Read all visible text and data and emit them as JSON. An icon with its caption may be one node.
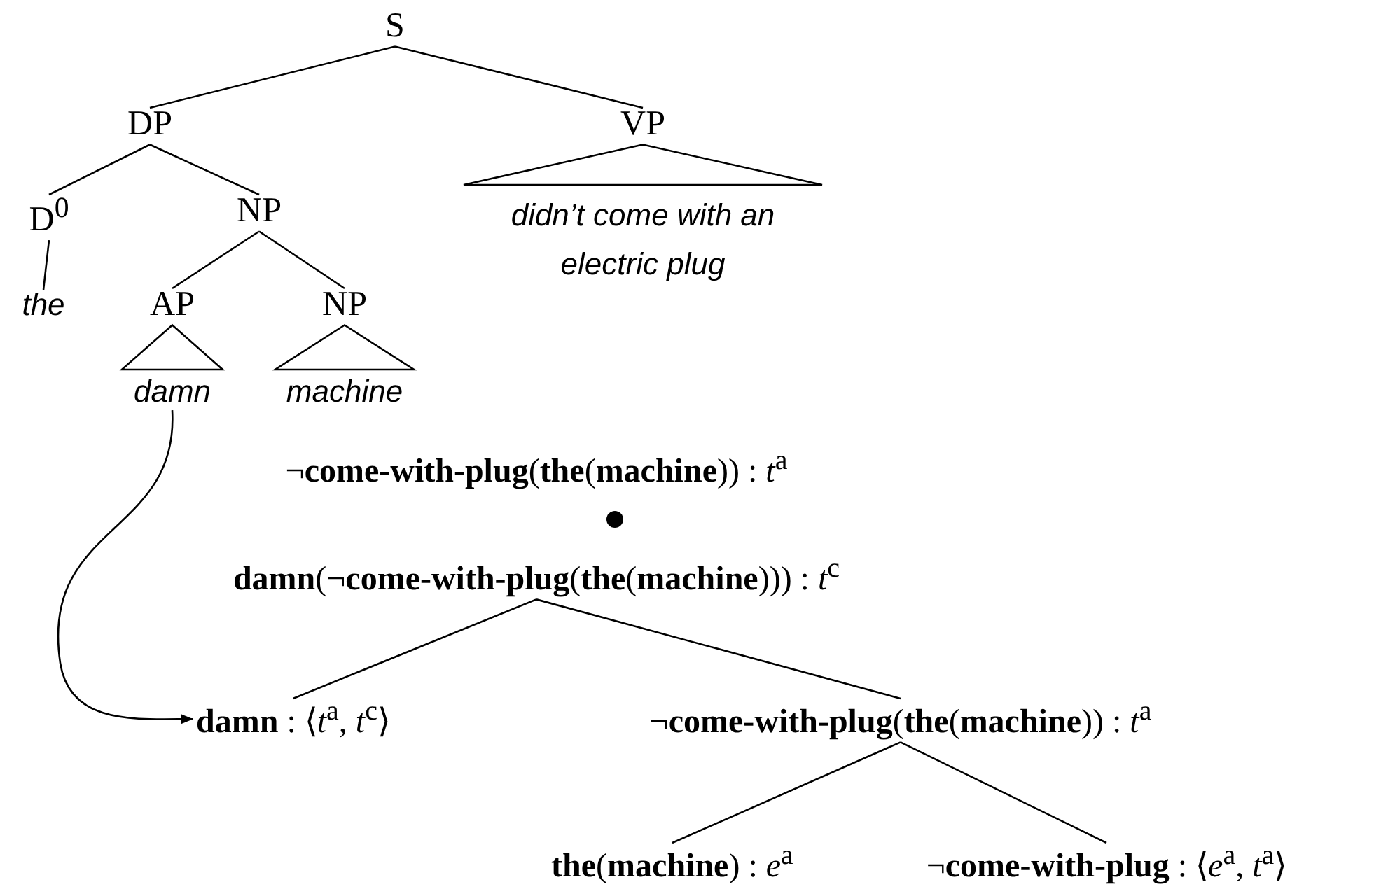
{
  "diagram": {
    "nodes": [
      {
        "text": [
          "S"
        ]
      },
      {
        "text": [
          "DP"
        ]
      },
      {
        "text": [
          "VP"
        ]
      },
      {
        "text": [
          "D$^{0}$"
        ]
      },
      {
        "text": [
          "NP"
        ]
      },
      {
        "text": [
          "the"
        ]
      },
      {
        "text": [
          "AP"
        ]
      },
      {
        "text": [
          "NP"
        ]
      },
      {
        "text": [
          "damn"
        ]
      },
      {
        "text": [
          "machine"
        ]
      },
      {
        "text": [
          "didn’t come with an electric plug"
        ]
      },
      {
        "text": [
          "¬**come-with-plug**(**the**(**machine**)) : *t*$^{a}$"
        ]
      },
      {
        "text": [
          "**damn**(¬**come-with-plug**(**the**(**machine**))) : *t*$^{c}$"
        ]
      },
      {
        "text": [
          "**damn** : ⟨*t*$^{a}$, *t*$^{c}$⟩"
        ]
      },
      {
        "text": [
          "¬**come-with-plug**(**the**(**machine**)) : *t*$^{a}$"
        ]
      },
      {
        "text": [
          "**the**(**machine**) : *e*$^{a}$"
        ]
      },
      {
        "text": [
          "¬**come-with-plug** : ⟨*e*$^{a}$, *t*$^{a}$⟩"
        ]
      }
    ],
    "edges": [
      {
        "from": 0,
        "to": 1,
        "arrow": "none"
      },
      {
        "from": 0,
        "to": 2,
        "arrow": "none"
      },
      {
        "from": 1,
        "to": 3,
        "arrow": "none"
      },
      {
        "from": 1,
        "to": 4,
        "arrow": "none"
      },
      {
        "from": 2,
        "to": 10,
        "arrow": "none"
      },
      {
        "from": 3,
        "to": 5,
        "arrow": "none"
      },
      {
        "from": 4,
        "to": 6,
        "arrow": "none"
      },
      {
        "from": 4,
        "to": 7,
        "arrow": "none"
      },
      {
        "from": 6,
        "to": 8,
        "arrow": "none"
      },
      {
        "from": 7,
        "to": 9,
        "arrow": "none"
      },
      {
        "from": 8,
        "to": 13,
        "arrow": "to"
      },
      {
        "from": 12,
        "to": 13,
        "arrow": "none"
      },
      {
        "from": 12,
        "to": 14,
        "arrow": "none"
      },
      {
        "from": 14,
        "to": 15,
        "arrow": "none"
      },
      {
        "from": 14,
        "to": 16,
        "arrow": "none"
      }
    ]
  }
}
